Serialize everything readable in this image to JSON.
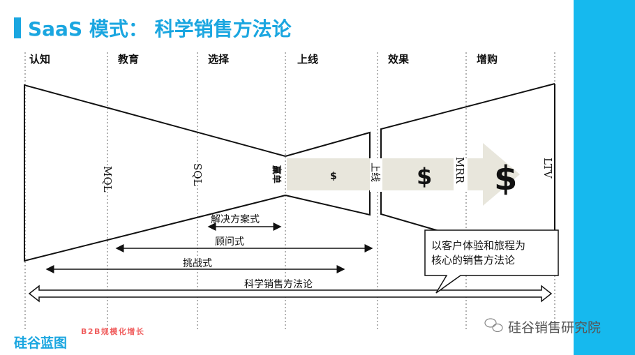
{
  "title": "SaaS 模式： 科学销售方法论",
  "stages": [
    "认知",
    "教育",
    "选择",
    "上线",
    "效果",
    "增购"
  ],
  "markers": {
    "mql": "MQL",
    "sql": "SQL",
    "win": "赢单",
    "launch": "上线",
    "mrr": "MRR",
    "ltv": "LTV"
  },
  "dollar": "$",
  "ranges": {
    "solution": "解决方案式",
    "consultative": "顾问式",
    "challenger": "挑战式",
    "science": "科学销售方法论"
  },
  "callout": [
    "以客户体验和旅程为",
    "核心的销售方法论"
  ],
  "footer": {
    "logo": "硅谷蓝图",
    "tagline": "B2B规模化增长",
    "wechat": "硅谷销售研究院"
  },
  "colors": {
    "accent": "#1aa6e0",
    "strip": "#16b9ee",
    "band": "#e8e6dc",
    "tagline": "#f06060"
  }
}
